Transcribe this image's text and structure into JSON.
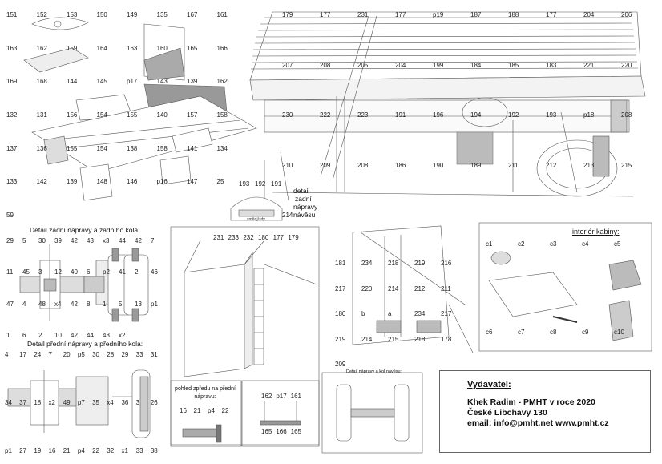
{
  "captions": {
    "rear_axle_detail": "Detail zadní nápravy a zadního kola:",
    "front_axle_detail": "Detail přední nápravy a předního kola:",
    "front_view": "pohled zpředu na přední nápravu:",
    "rear_axle_trailer_1": "detail",
    "rear_axle_trailer_2": "zadní",
    "rear_axle_trailer_3": "nápravy",
    "rear_axle_trailer_4": "návěsu",
    "cabin_interior": "interiér kabiny:",
    "axle_wheel_trailer": "Detail nápravy a kol návěsu:",
    "direction_arrow": "směr jízdy"
  },
  "publisher": {
    "title": "Vydavatel:",
    "line1": "Khek Radim - PMHT v roce 2020",
    "line2": "České Libchavy 130",
    "line3": "email: info@pmht.net  www.pmht.cz"
  },
  "labels": {
    "top_left": [
      "151",
      "152",
      "153",
      "150",
      "149",
      "135",
      "167",
      "161",
      "163",
      "162",
      "159",
      "164",
      "163",
      "160",
      "165",
      "166",
      "169",
      "168",
      "144",
      "145",
      "p17",
      "143",
      "139",
      "162",
      "132",
      "131",
      "156",
      "154",
      "155",
      "140",
      "157",
      "158",
      "137",
      "136",
      "155",
      "154",
      "138",
      "158",
      "141",
      "134",
      "133",
      "142",
      "139",
      "148",
      "146",
      "p16",
      "147",
      "25",
      "59"
    ],
    "rear_axle": [
      "29",
      "5",
      "30",
      "39",
      "42",
      "43",
      "x3",
      "44",
      "42",
      "7",
      "11",
      "45",
      "3",
      "12",
      "40",
      "6",
      "p2",
      "41",
      "2",
      "46",
      "47",
      "4",
      "48",
      "x4",
      "42",
      "8",
      "1",
      "5",
      "13",
      "p1",
      "1",
      "6",
      "2",
      "10",
      "42",
      "44",
      "43",
      "x2"
    ],
    "front_axle": [
      "4",
      "17",
      "24",
      "7",
      "20",
      "p5",
      "30",
      "28",
      "29",
      "33",
      "31",
      "34",
      "37",
      "18",
      "x2",
      "49",
      "p7",
      "35",
      "x4",
      "36",
      "3",
      "26",
      "p1",
      "27",
      "19",
      "16",
      "21",
      "p4",
      "22",
      "32",
      "x1",
      "33",
      "38"
    ],
    "front_view": [
      "16",
      "21",
      "p4",
      "22"
    ],
    "small_detail": [
      "162",
      "p17",
      "161",
      "165",
      "166",
      "165"
    ],
    "rear_detail": [
      "193",
      "192",
      "191"
    ],
    "cab_view": [
      "231",
      "233",
      "232",
      "180",
      "177",
      "179"
    ],
    "trailer_main": [
      "179",
      "177",
      "231",
      "177",
      "p19",
      "187",
      "188",
      "177",
      "204",
      "206",
      "207",
      "208",
      "205",
      "204",
      "199",
      "184",
      "185",
      "183",
      "221",
      "220",
      "230",
      "222",
      "223",
      "191",
      "196",
      "194",
      "192",
      "193",
      "p18",
      "208",
      "210",
      "209",
      "208",
      "186",
      "190",
      "189",
      "211",
      "212",
      "213",
      "215",
      "214"
    ],
    "trailer_rear": [
      "181",
      "234",
      "218",
      "219",
      "216",
      "217",
      "220",
      "214",
      "212",
      "211",
      "180",
      "b",
      "a",
      "234",
      "217",
      "219",
      "214",
      "215",
      "218",
      "178",
      "209"
    ],
    "cabin": [
      "c1",
      "c2",
      "c3",
      "c4",
      "c5",
      "c6",
      "c7",
      "c8",
      "c9",
      "c10"
    ]
  }
}
